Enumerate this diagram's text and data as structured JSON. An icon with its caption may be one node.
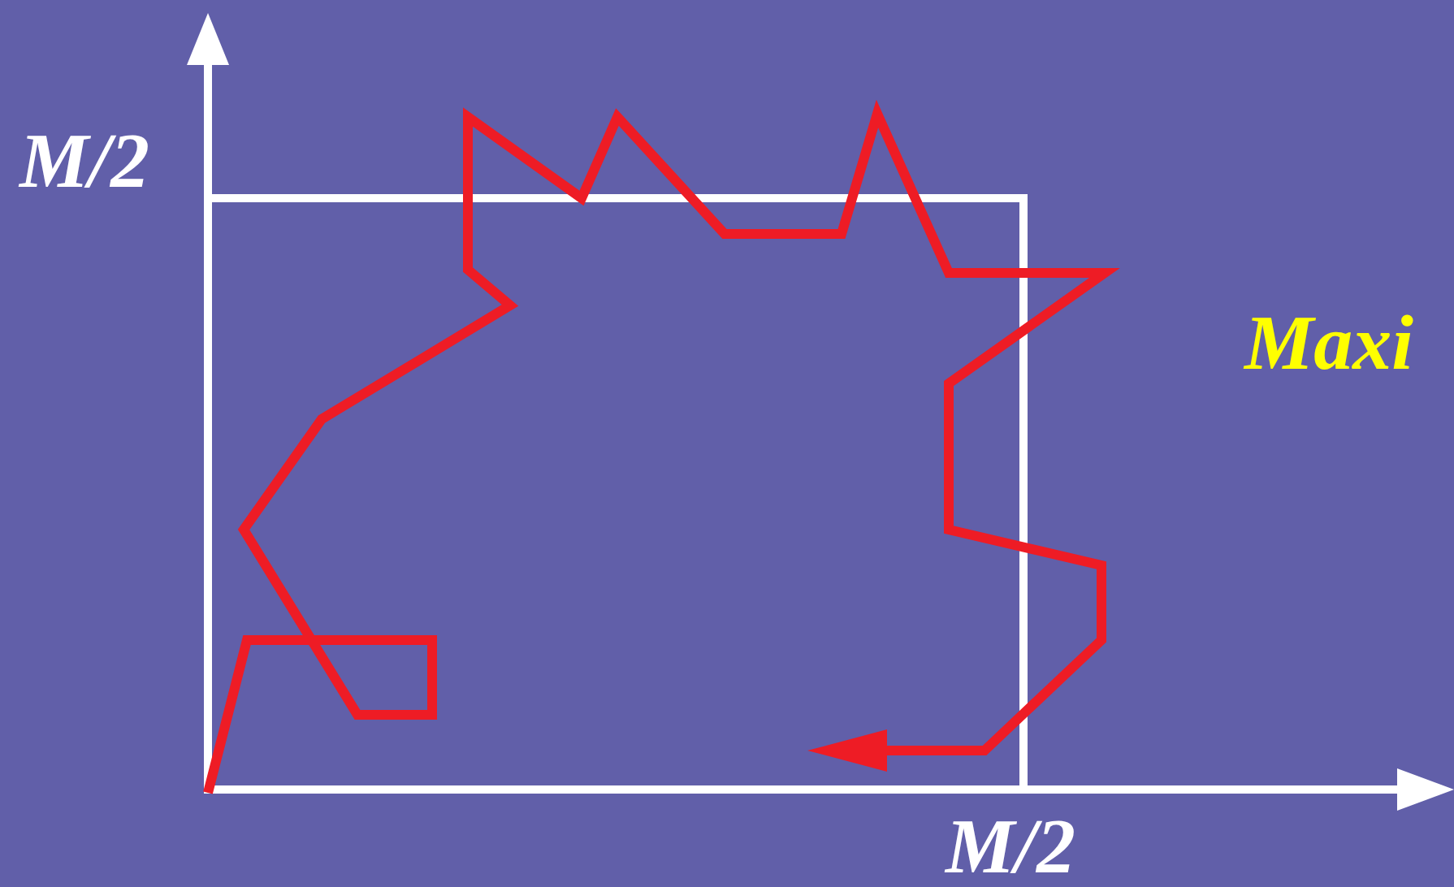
{
  "diagram": {
    "labels": [
      "M/2",
      "M/2",
      "Maxi"
    ]
  }
}
